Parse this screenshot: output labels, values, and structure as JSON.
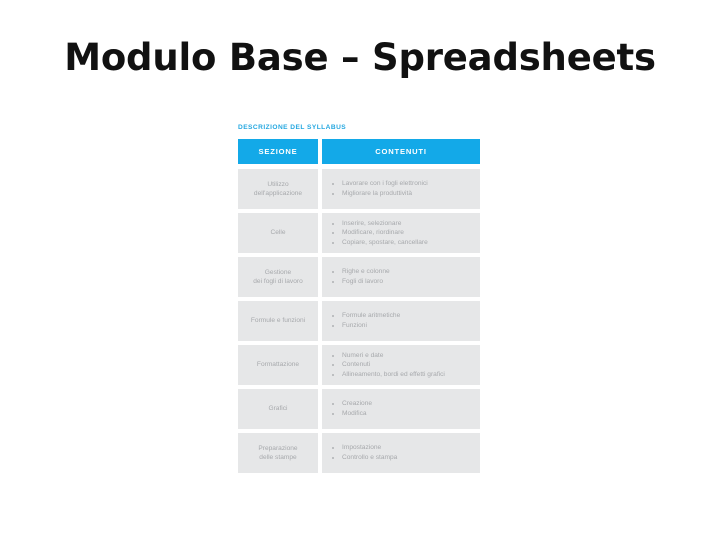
{
  "slide": {
    "title": "Modulo Base – Spreadsheets"
  },
  "syllabus": {
    "caption": "DESCRIZIONE DEL SYLLABUS",
    "columns": {
      "sezione": "SEZIONE",
      "contenuti": "CONTENUTI"
    },
    "colors": {
      "header_blue": "#13a9e8",
      "caption_blue": "#24a7e0",
      "row_gray": "#e6e7e8",
      "text_gray": "#a7a9ac",
      "title_black": "#111111",
      "background": "#ffffff"
    },
    "rows": [
      {
        "sezione": [
          "Utilizzo",
          "dell'applicazione"
        ],
        "contenuti": [
          "Lavorare con i fogli elettronici",
          "Migliorare la produttività"
        ]
      },
      {
        "sezione": [
          "Celle"
        ],
        "contenuti": [
          "Inserire, selezionare",
          "Modificare, riordinare",
          "Copiare, spostare, cancellare"
        ]
      },
      {
        "sezione": [
          "Gestione",
          "dei fogli di lavoro"
        ],
        "contenuti": [
          "Righe e colonne",
          "Fogli di lavoro"
        ]
      },
      {
        "sezione": [
          "Formule e funzioni"
        ],
        "contenuti": [
          "Formule aritmetiche",
          "Funzioni"
        ]
      },
      {
        "sezione": [
          "Formattazione"
        ],
        "contenuti": [
          "Numeri e date",
          "Contenuti",
          "Allineamento, bordi ed effetti grafici"
        ]
      },
      {
        "sezione": [
          "Grafici"
        ],
        "contenuti": [
          "Creazione",
          "Modifica"
        ]
      },
      {
        "sezione": [
          "Preparazione",
          "delle stampe"
        ],
        "contenuti": [
          "Impostazione",
          "Controllo e stampa"
        ]
      }
    ]
  }
}
